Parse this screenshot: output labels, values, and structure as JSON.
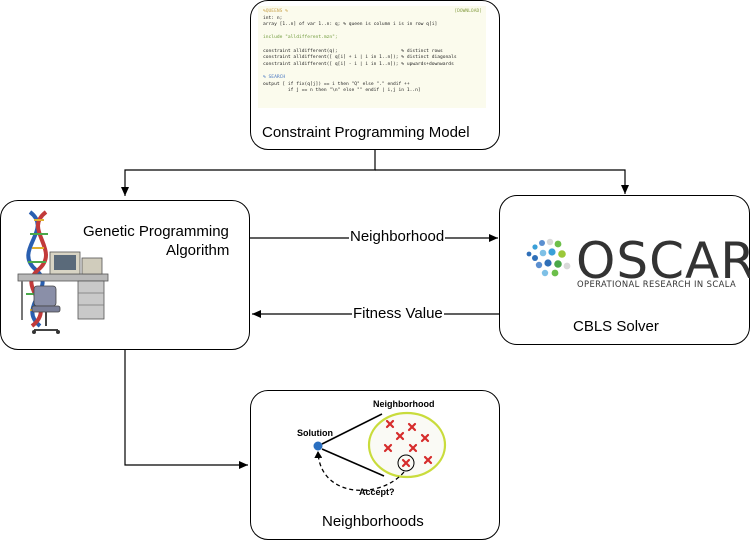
{
  "nodes": {
    "constraint_model": {
      "caption": "Constraint Programming Model"
    },
    "genetic": {
      "caption_line1": "Genetic Programming",
      "caption_line2": "Algorithm"
    },
    "cbls": {
      "caption": "CBLS Solver"
    },
    "neighborhoods": {
      "caption": "Neighborhoods"
    }
  },
  "edges": {
    "neighborhood": "Neighborhood",
    "fitness": "Fitness Value"
  },
  "code_panel": {
    "header_tag": "%QUEENS %",
    "download": "[DOWNLOAD]",
    "lines": [
      "int: n;",
      "array [1..n] of var 1..n: q; % queen is column i is in row q[i]",
      "",
      "include \"alldifferent.mzn\";",
      "",
      "constraint alldifferent(q);                       % distinct rows",
      "constraint alldifferent([ q[i] + i | i in 1..n]); % distinct diagonals",
      "constraint alldifferent([ q[i] - i | i in 1..n]); % upwards+downwards",
      ""
    ],
    "search_tag": "% SEARCH",
    "output_lines": [
      "output [ if fix(q[j]) == i then \"Q\" else \".\" endif ++",
      "         if j == n then \"\\n\" else \"\" endif | i,j in 1..n]"
    ]
  },
  "logo": {
    "word": "OSCAR",
    "subtitle": "OPERATIONAL RESEARCH IN SCALA",
    "dot_colors": [
      "#2f6fb8",
      "#3aa0d8",
      "#6cbf4a",
      "#9bc83a",
      "#d9d9d9",
      "#5b8fd0",
      "#7ec0e6",
      "#4aa84a"
    ]
  },
  "neighborhood_diagram": {
    "solution_label": "Solution",
    "neighborhood_label": "Neighborhood",
    "accept_label": "Accept?",
    "ring_color": "#c9dc3c",
    "solution_color": "#2a6fc0",
    "cross_color": "#d62c2c"
  }
}
